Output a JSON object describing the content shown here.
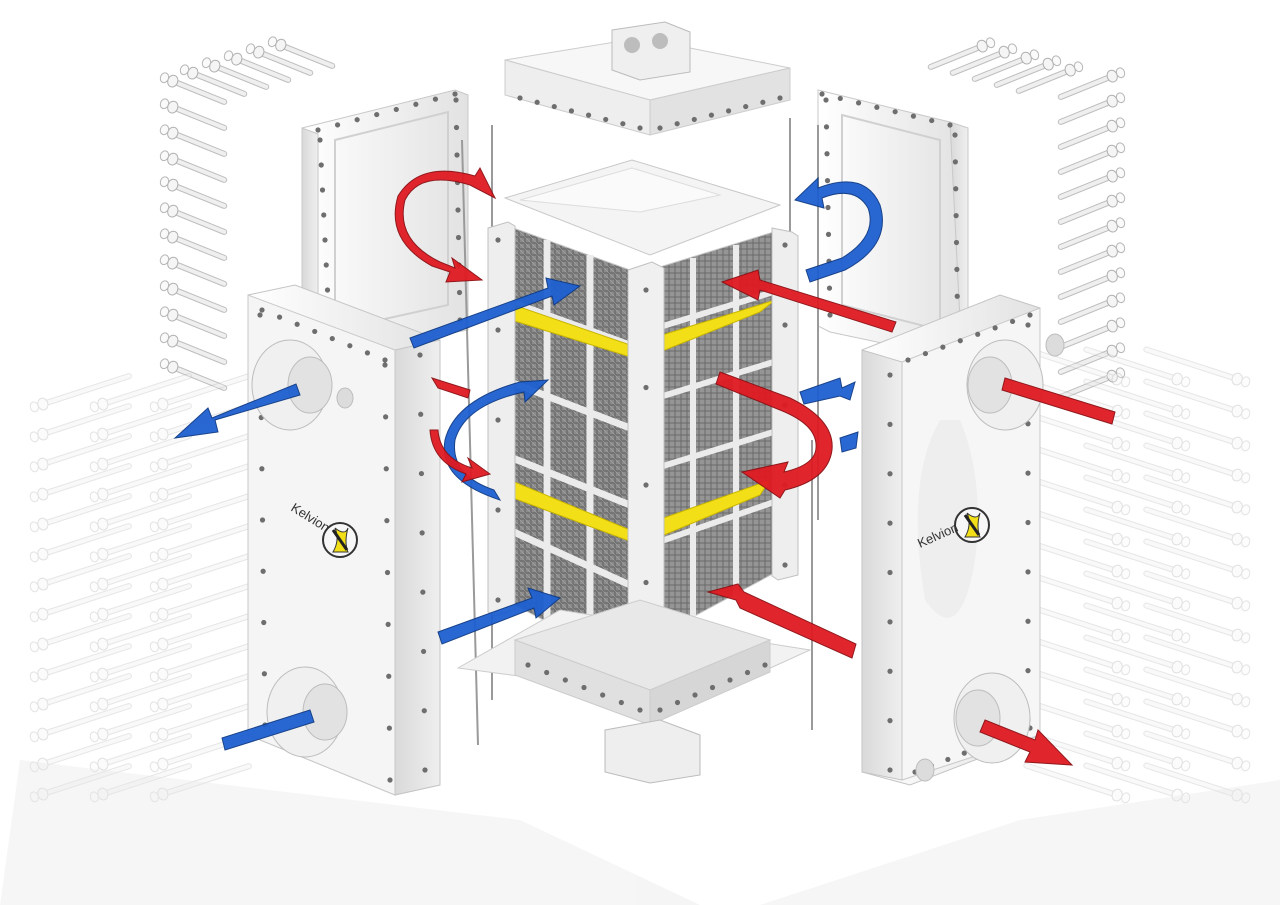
{
  "brand": {
    "name": "Kelvion"
  },
  "colors": {
    "hot": "#e01a22",
    "cold": "#1e5fd0",
    "baffle": "#f2df18",
    "steel": "#f2f2f2",
    "steel_edge": "#c8c8c8",
    "hole": "#6e6e6e",
    "core_mesh": "#7d7d7d",
    "core_frame": "#e9e9e9"
  },
  "components": {
    "core": "plate-pack-core",
    "top": "top-cover",
    "bottom": "bottom-base",
    "headers": [
      "rear-left-header",
      "rear-right-header",
      "front-left-header",
      "front-right-header"
    ],
    "fittings": [
      "nozzle-flange",
      "bolt-set"
    ]
  },
  "flow_arrows": [
    {
      "id": "rear-left-hot-u-turn",
      "fluid": "hot"
    },
    {
      "id": "rear-right-cold-u-turn",
      "fluid": "cold"
    },
    {
      "id": "left-cold-inlet-upper",
      "fluid": "cold"
    },
    {
      "id": "left-cold-u-turn",
      "fluid": "cold"
    },
    {
      "id": "left-cold-inlet-lower",
      "fluid": "cold"
    },
    {
      "id": "right-hot-inlet-upper",
      "fluid": "hot"
    },
    {
      "id": "right-hot-u-turn",
      "fluid": "hot"
    },
    {
      "id": "right-hot-inlet-lower",
      "fluid": "hot"
    },
    {
      "id": "front-left-cold-outlet",
      "fluid": "cold"
    },
    {
      "id": "front-left-cold-inlet",
      "fluid": "cold"
    },
    {
      "id": "front-right-hot-inlet",
      "fluid": "hot"
    },
    {
      "id": "front-right-hot-outlet",
      "fluid": "hot"
    }
  ]
}
